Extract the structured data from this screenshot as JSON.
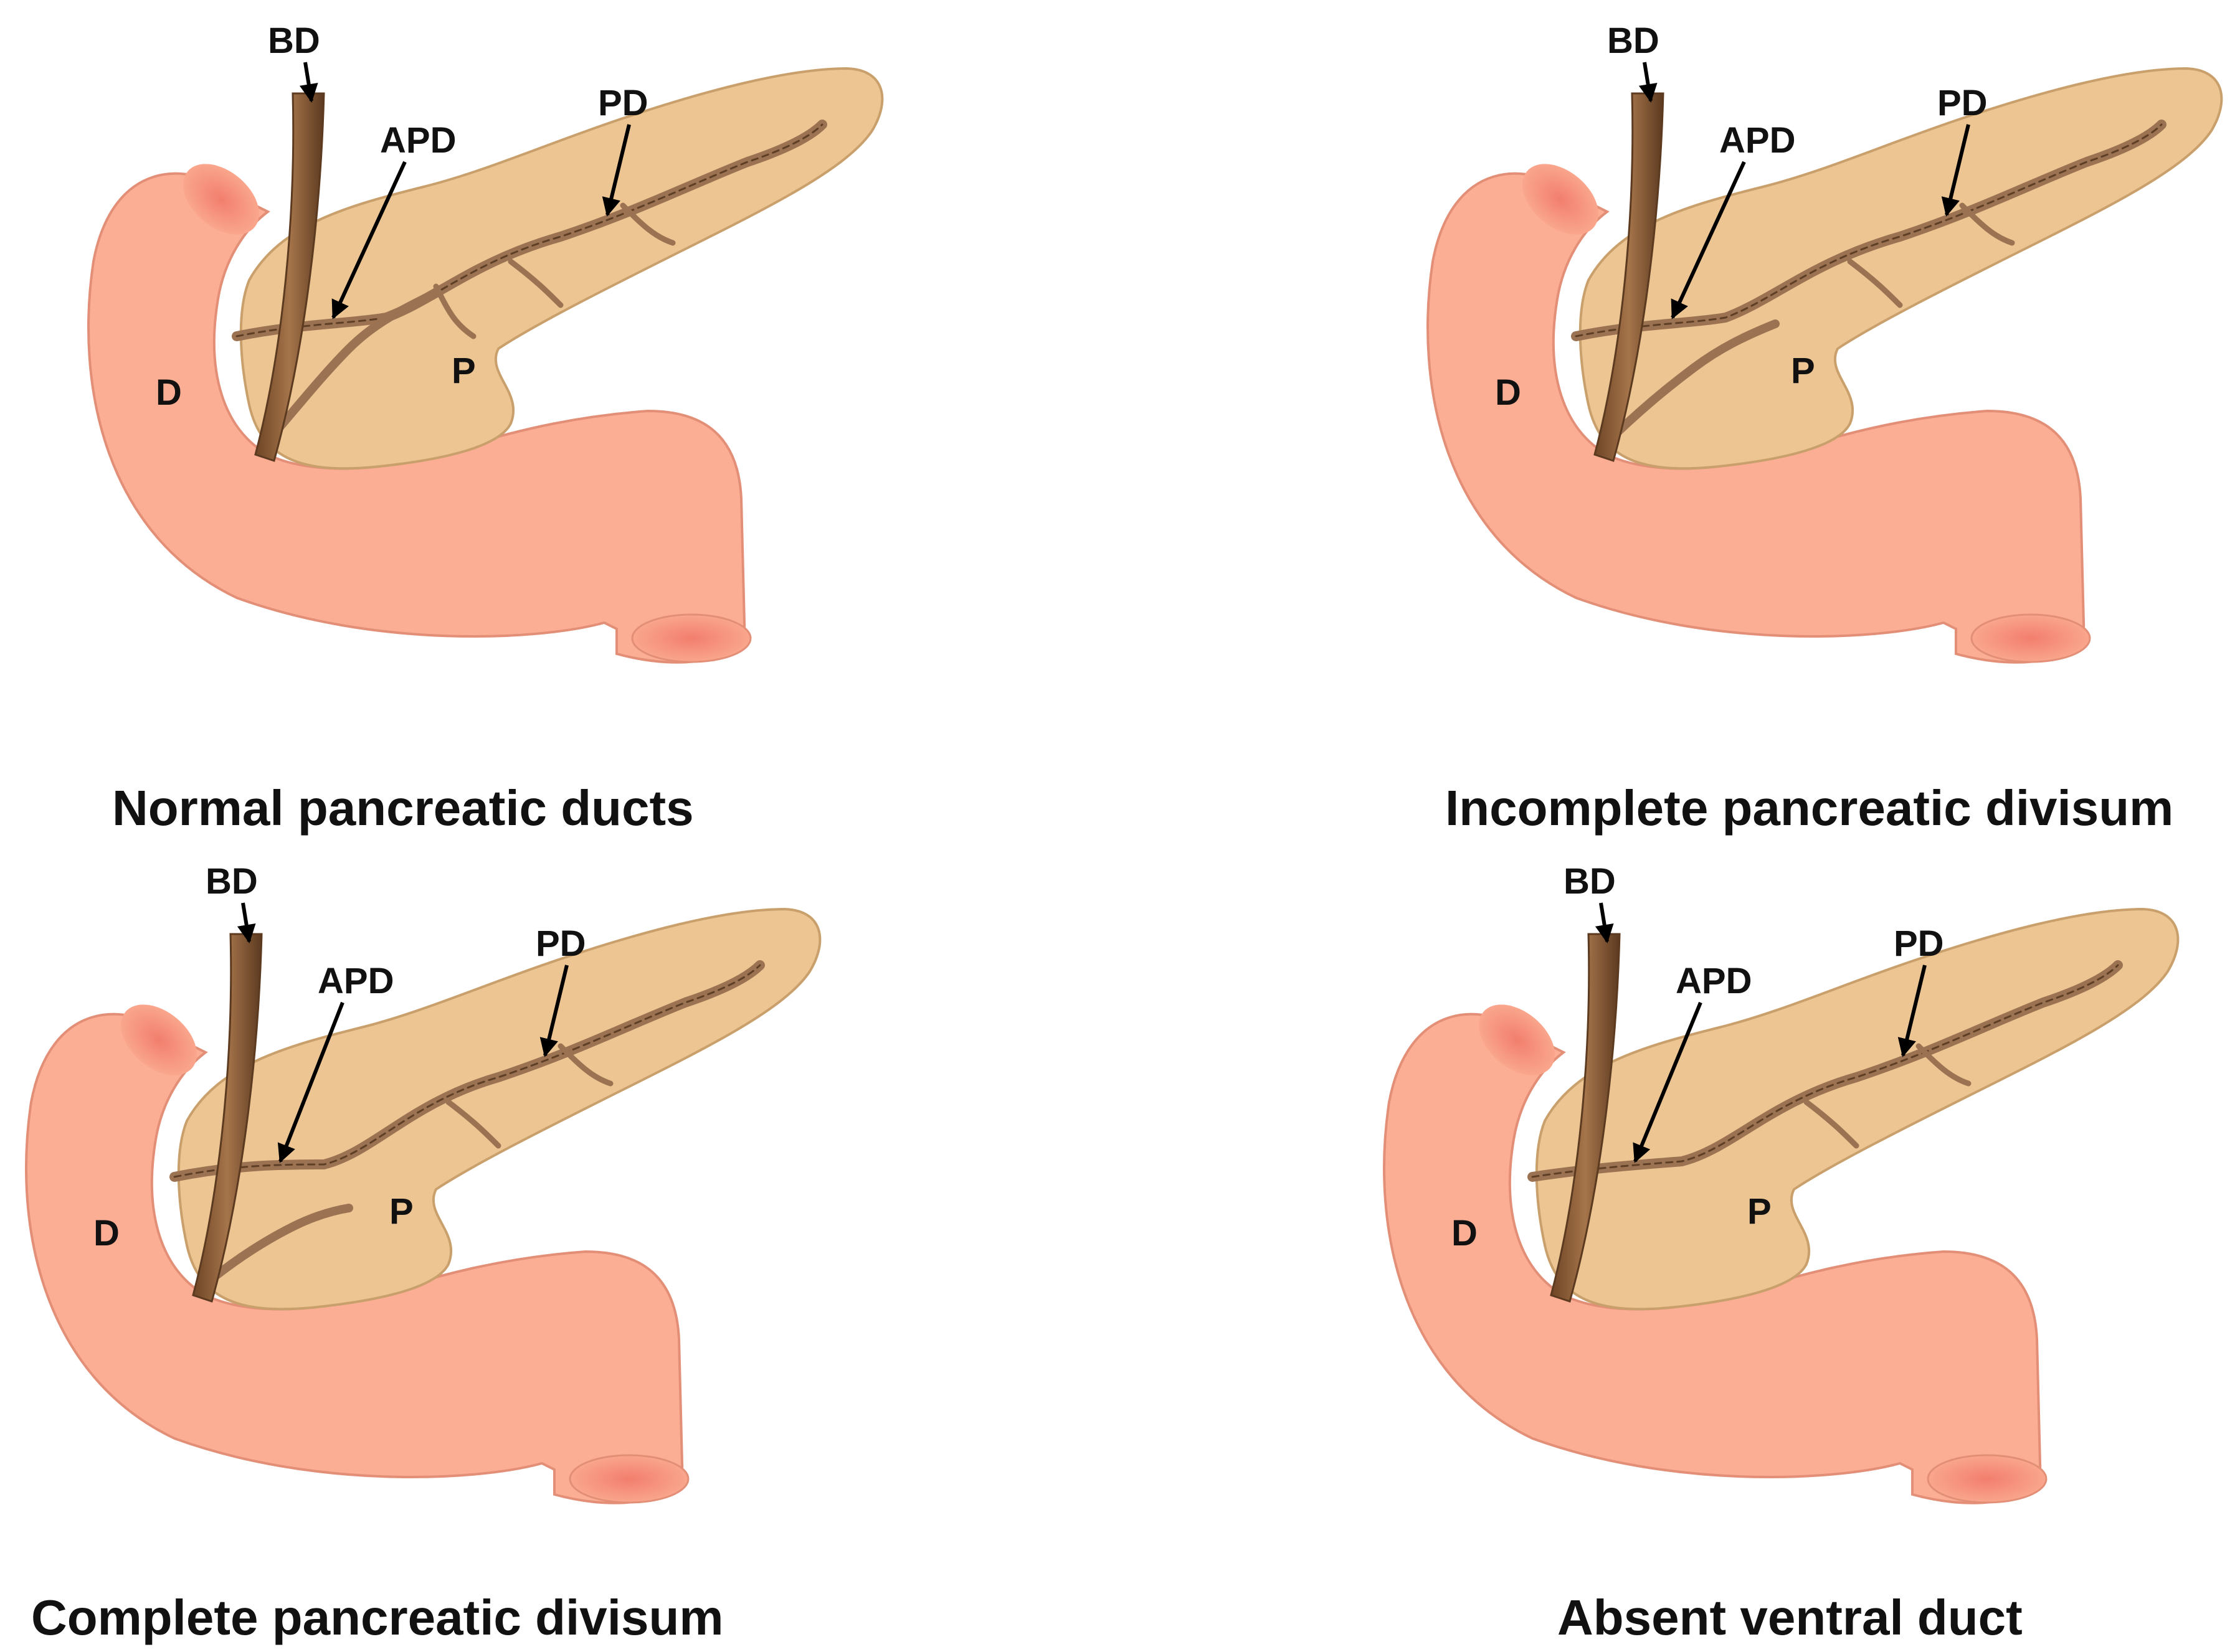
{
  "labels": {
    "bd": "BD",
    "apd": "APD",
    "pd": "PD",
    "p": "P",
    "d": "D"
  },
  "panels": [
    {
      "id": "normal",
      "caption": "Normal pancreatic ducts",
      "variant": "normal"
    },
    {
      "id": "incomplete",
      "caption": "Incomplete pancreatic divisum",
      "variant": "incomplete"
    },
    {
      "id": "complete",
      "caption": "Complete pancreatic divisum",
      "variant": "complete"
    },
    {
      "id": "absent",
      "caption": "Absent ventral duct",
      "variant": "absent"
    }
  ],
  "colors": {
    "duodenum_fill": "#FBAE93",
    "duodenum_stroke": "#E38F77",
    "pancreas_fill": "#ECC592",
    "pancreas_stroke": "#C9A06C",
    "duct": "#9C7352",
    "duct_dash": "#5E3F26",
    "bile_duct": "#8A5A33",
    "arrow": "#000000"
  }
}
